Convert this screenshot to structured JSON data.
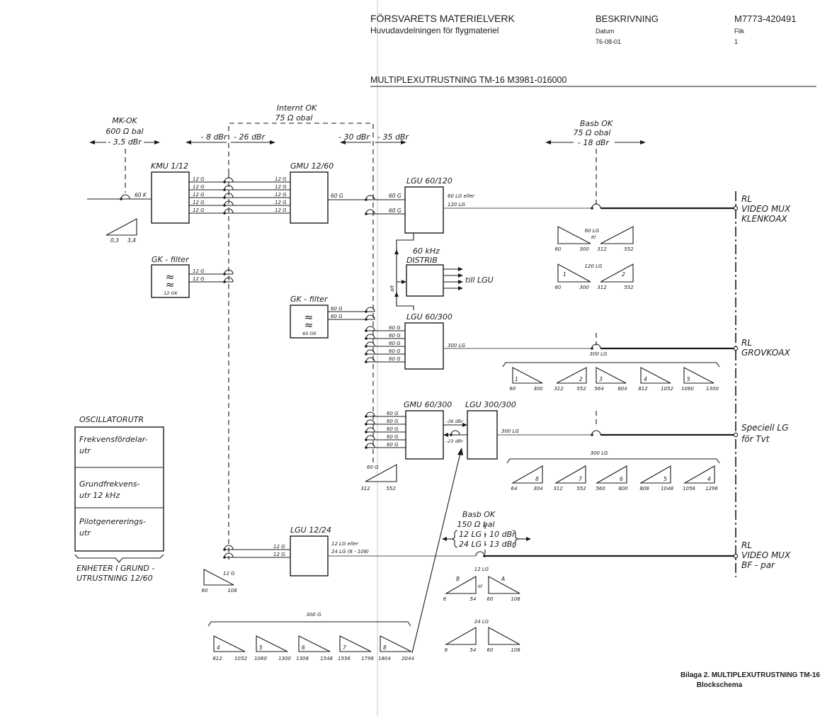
{
  "header": {
    "org": "FÖRSVARETS MATERIELVERK",
    "division": "Huvudavdelningen för flygmateriel",
    "doc_type": "BESKRIVNING",
    "datum_label": "Datum",
    "datum_value": "76-08-01",
    "doc_id": "M7773-420491",
    "flik_label": "Flik",
    "flik_value": "1",
    "subject": "MULTIPLEXUTRUSTNING TM-16 M3981-016000"
  },
  "levels": {
    "mk_ok": [
      "MK-OK",
      "600 Ω bal",
      "- 3,5 dBr"
    ],
    "internt_ok": [
      "Internt OK",
      "75 Ω obal"
    ],
    "l_8": "- 8 dBr",
    "l_26": "- 26 dBr",
    "l_30": "- 30 dBr",
    "l_35": "- 35 dBr",
    "basb_ok": [
      "Basb OK",
      "75 Ω obal",
      "- 18 dBr"
    ],
    "basb_ok2": [
      "Basb OK",
      "150 Ω bal",
      "12 LG - 10 dBr",
      "24 LG - 13 dBr"
    ]
  },
  "blocks": {
    "kmu": "KMU 1/12",
    "gmu1260": "GMU 12/60",
    "lgu60120": "LGU 60/120",
    "gk_filter_a": "GK - filter",
    "gk12": "12 GK",
    "gk_filter_b": "GK - filter",
    "gk60": "60 GK",
    "distrib": [
      "60 kHz",
      "DISTRIB"
    ],
    "lgu60300": "LGU 60/300",
    "gmu60300": "GMU 60/300",
    "lgu300300": "LGU 300/300",
    "lgu1224": "LGU 12/24"
  },
  "signals": {
    "g12": "12 G",
    "g60": "60 G",
    "k60": "60 K",
    "lg300": "300 LG",
    "lg300b": "300 LG",
    "lgu60120_out": [
      "60 LG eller",
      "120 LG"
    ],
    "lgu1224_out": [
      "12 LG eller",
      "24 LG (6 - 108)"
    ],
    "till_lgu": "till LGU",
    "alt": "alt",
    "m36": "-36 dBr",
    "m23": "-23 dBr",
    "g300": "300 G",
    "lg60el": "60 LG",
    "el": "el",
    "lg120": "120 LG",
    "lg12": "12 LG",
    "lg24": "24 LG"
  },
  "outputs": {
    "rl1": [
      "RL",
      "VIDEO MUX",
      "KLENKOAX"
    ],
    "rl2": [
      "RL",
      "GROVKOAX"
    ],
    "tvt": [
      "Speciell LG",
      "för Tvt"
    ],
    "rl3": [
      "RL",
      "VIDEO MUX",
      "BF - par"
    ]
  },
  "oscillator": {
    "title": "OSCILLATORUTR",
    "units": [
      [
        "Frekvensfördelar-",
        "utr"
      ],
      [
        "Grundfrekvens-",
        "utr 12 kHz"
      ],
      [
        "Pilotgenererings-",
        "utr"
      ]
    ],
    "footer": [
      "ENHETER I GRUND -",
      "UTRUSTNING 12/60"
    ]
  },
  "spectra": {
    "kmu": [
      "0,3",
      "3,4"
    ],
    "g12": [
      "60",
      "108"
    ],
    "g60": [
      "312",
      "552"
    ],
    "lg60": [
      "60",
      "300",
      "312",
      "552"
    ],
    "lg120": [
      "1",
      "60",
      "300",
      "2",
      "312",
      "552"
    ],
    "grov": [
      [
        "1",
        "60",
        "300"
      ],
      [
        "2",
        "312",
        "552"
      ],
      [
        "3",
        "564",
        "804"
      ],
      [
        "4",
        "812",
        "1052"
      ],
      [
        "5",
        "1060",
        "1300"
      ]
    ],
    "tvt": [
      [
        "8",
        "64",
        "304"
      ],
      [
        "7",
        "312",
        "552"
      ],
      [
        "6",
        "560",
        "800"
      ],
      [
        "5",
        "808",
        "1048"
      ],
      [
        "4",
        "1056",
        "1296"
      ]
    ],
    "g300": [
      [
        "4",
        "812",
        "1052"
      ],
      [
        "5",
        "1060",
        "1300"
      ],
      [
        "6",
        "1308",
        "1548"
      ],
      [
        "7",
        "1556",
        "1796"
      ],
      [
        "8",
        "1804",
        "2044"
      ]
    ],
    "lg12": [
      "B",
      "6",
      "54",
      "A",
      "60",
      "108"
    ],
    "lg24": [
      "6",
      "54",
      "60",
      "108"
    ]
  },
  "caption": {
    "line1": "Bilaga 2. MULTIPLEXUTRUSTNING TM-16",
    "line2": "Blockschema"
  }
}
